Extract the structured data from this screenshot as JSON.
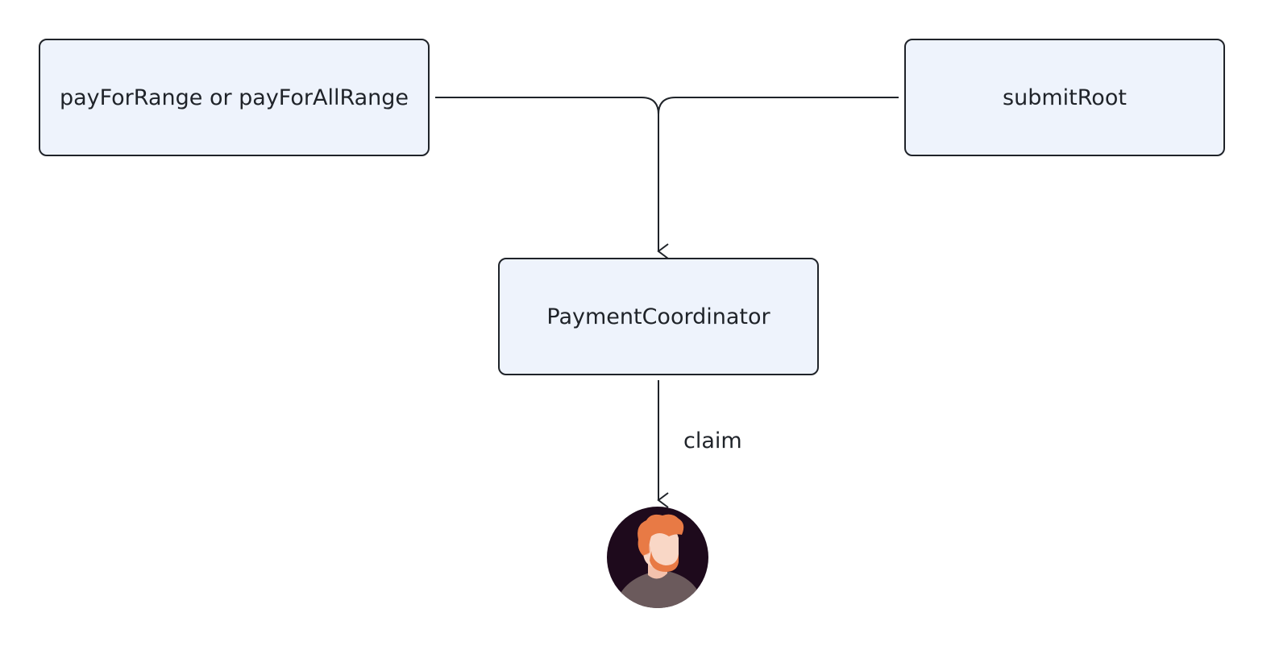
{
  "diagram": {
    "nodes": {
      "pay_range": {
        "label": "payForRange or payForAllRange"
      },
      "submit_root": {
        "label": "submitRoot"
      },
      "payment_coordinator": {
        "label": "PaymentCoordinator"
      },
      "claimer": {
        "icon": "user-avatar-icon"
      }
    },
    "edges": [
      {
        "from": "pay_range",
        "to": "payment_coordinator",
        "label": ""
      },
      {
        "from": "submit_root",
        "to": "payment_coordinator",
        "label": ""
      },
      {
        "from": "payment_coordinator",
        "to": "claimer",
        "label": "claim"
      }
    ]
  },
  "colors": {
    "node_fill": "#eef3fc",
    "stroke": "#1f2329",
    "text": "#1f2329",
    "avatar_bg": "#1e0a1c",
    "avatar_hair": "#e87a45",
    "avatar_skin": "#f9d7c6",
    "avatar_shirt": "#6b5a5c"
  }
}
